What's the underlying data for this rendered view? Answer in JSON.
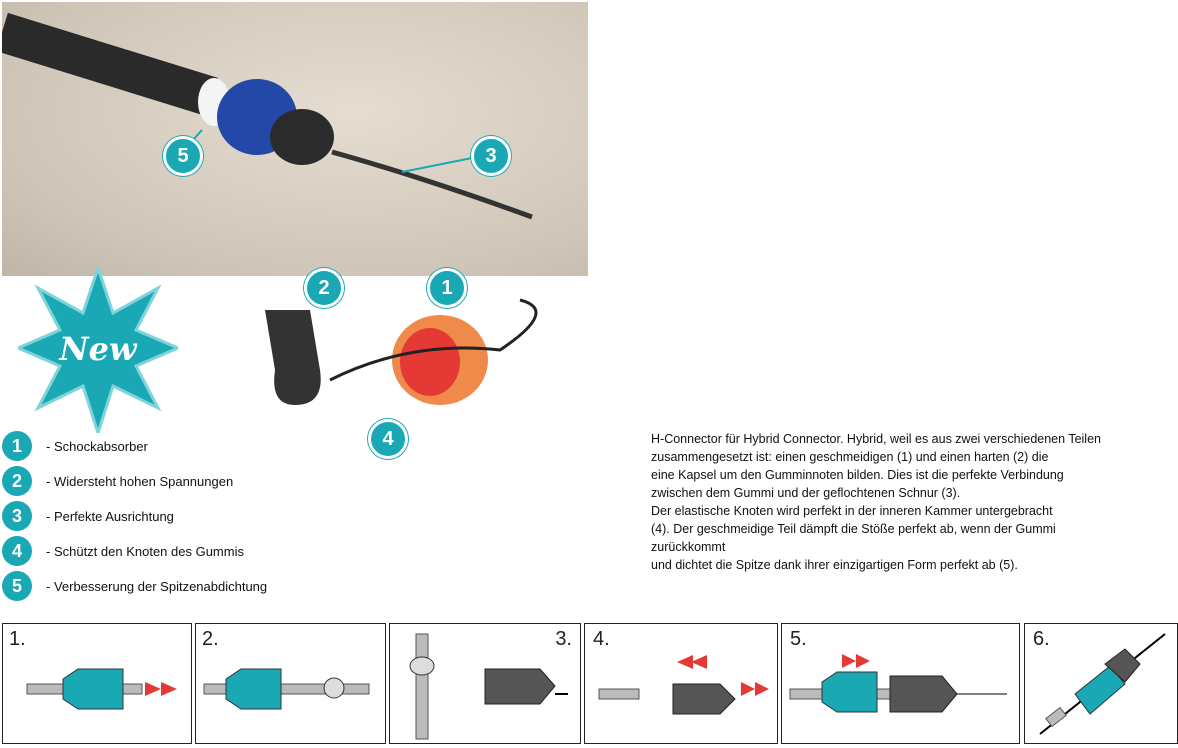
{
  "callouts": {
    "c1": "1",
    "c2": "2",
    "c3": "3",
    "c4": "4",
    "c5": "5"
  },
  "new_badge": "New",
  "features": [
    {
      "num": "1",
      "label": "- Schockabsorber"
    },
    {
      "num": "2",
      "label": "- Widersteht hohen Spannungen"
    },
    {
      "num": "3",
      "label": "- Perfekte Ausrichtung"
    },
    {
      "num": "4",
      "label": "- Schützt den Knoten des Gummis"
    },
    {
      "num": "5",
      "label": "- Verbesserung der Spitzenabdichtung"
    }
  ],
  "description": [
    "H-Connector für Hybrid Connector. Hybrid, weil es aus zwei verschiedenen Teilen",
    "zusammengesetzt ist: einen geschmeidigen (1) und einen harten (2) die",
    "eine Kapsel um den Gumminnoten bilden. Dies ist die perfekte Verbindung",
    "zwischen dem Gummi und der geflochtenen Schnur (3).",
    "Der elastische Knoten wird perfekt in der inneren Kammer untergebracht",
    "(4). Der geschmeidige Teil dämpft die Stöße perfekt ab, wenn der Gummi zurückkommt",
    "und dichtet die Spitze dank ihrer einzigartigen Form perfekt ab (5)."
  ],
  "steps": [
    "1.",
    "2.",
    "3.",
    "4.",
    "5.",
    "6."
  ],
  "colors": {
    "teal": "#1aa8b5",
    "orange": "#f08a4b",
    "arrow_red": "#e53935"
  }
}
